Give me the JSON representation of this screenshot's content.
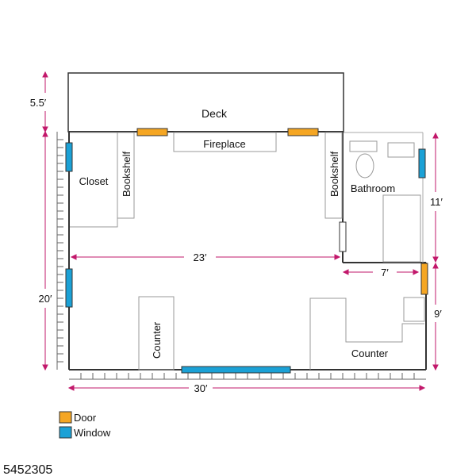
{
  "rooms": {
    "deck": "Deck",
    "fireplace": "Fireplace",
    "closet": "Closet",
    "bookshelf_left": "Bookshelf",
    "bookshelf_right": "Bookshelf",
    "bathroom": "Bathroom",
    "counter_left": "Counter",
    "counter_right": "Counter"
  },
  "dimensions": {
    "deck_depth": "5.5′",
    "main_depth": "20′",
    "bathroom_depth": "11′",
    "lower_right_depth": "9′",
    "inner_width": "23′",
    "bathroom_width": "7′",
    "total_width": "30′"
  },
  "legend": {
    "door": "Door",
    "window": "Window"
  },
  "listing_id": "5452305",
  "colors": {
    "door": "#f5a623",
    "window": "#1ba1d6",
    "dimension": "#c2186b",
    "wall": "#333333",
    "fixture": "#9a9a9a"
  }
}
